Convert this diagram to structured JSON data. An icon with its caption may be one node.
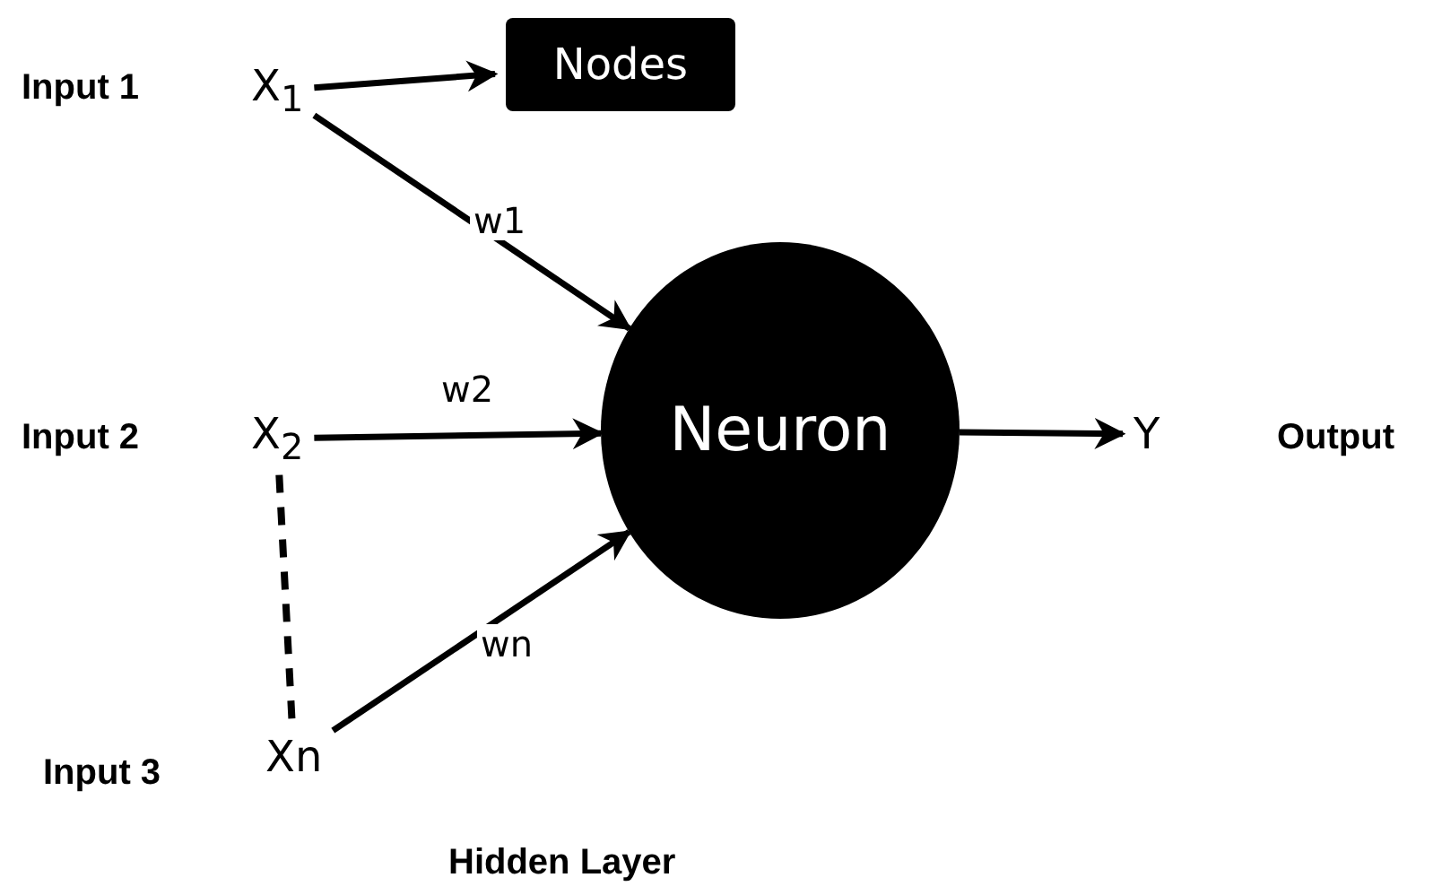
{
  "diagram": {
    "nodes": [
      {
        "text": [
          "X$_{1}$"
        ]
      },
      {
        "text": [
          "Nodes"
        ]
      },
      {
        "text": [
          "X$_{2}$"
        ]
      },
      {
        "text": [
          "Xn"
        ]
      },
      {
        "text": [
          "Neuron"
        ]
      },
      {
        "text": [
          "Y"
        ]
      }
    ],
    "edges": [
      {
        "from": 0,
        "to": 1,
        "arrow": "to"
      },
      {
        "from": 0,
        "to": 4,
        "arrow": "to",
        "label": "w1"
      },
      {
        "from": 2,
        "to": 4,
        "arrow": "to",
        "label": "w2"
      },
      {
        "from": 3,
        "to": 4,
        "arrow": "to",
        "label": "wn"
      },
      {
        "from": 4,
        "to": 5,
        "arrow": "to"
      },
      {
        "from": 2,
        "to": 3,
        "arrow": "none",
        "style": "dashed"
      }
    ],
    "labels": [
      "Input 1",
      "Input 2",
      "Input 3",
      "Output",
      "Hidden Layer"
    ]
  }
}
